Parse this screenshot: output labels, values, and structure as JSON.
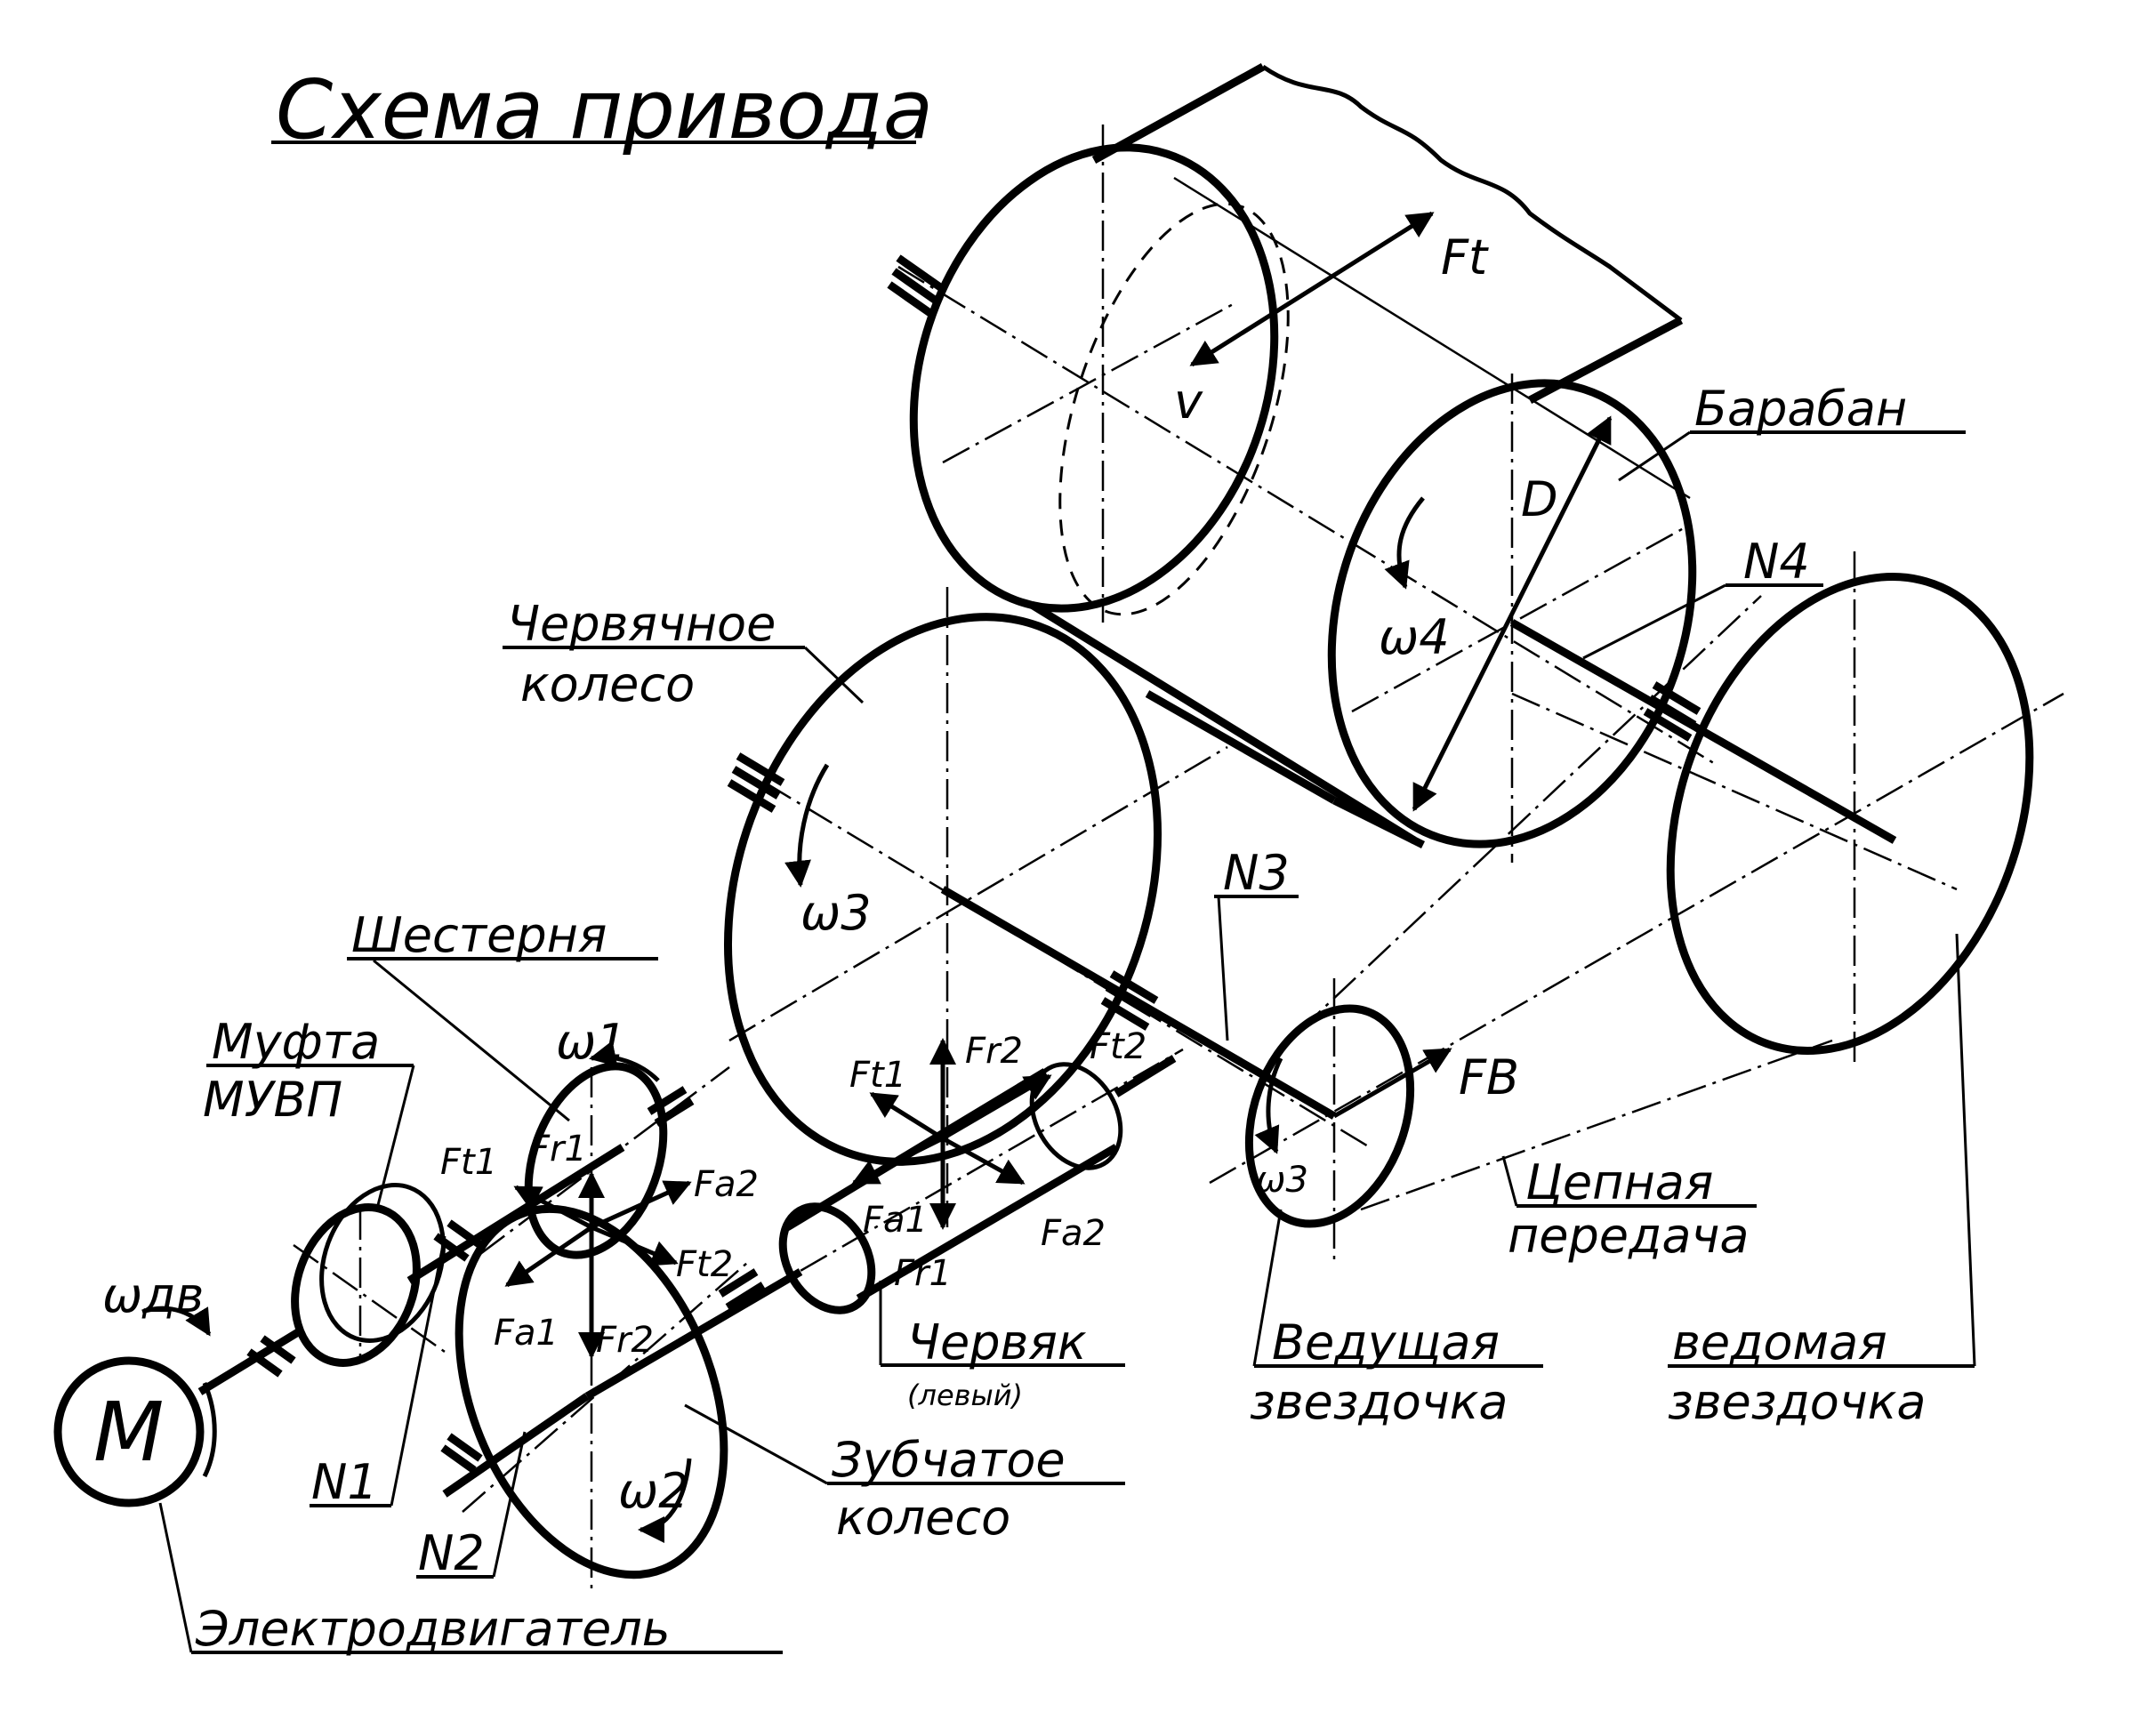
{
  "title": "Схема привода",
  "components": {
    "drum": "Барабан",
    "worm_wheel_line1": "Червячное",
    "worm_wheel_line2": "колесо",
    "pinion": "Шестерня",
    "coupling_line1": "Муфта",
    "coupling_line2": "МУВП",
    "worm_line1": "Червяк",
    "worm_line2": "(левый)",
    "gear_line1": "Зубчатое",
    "gear_line2": "колесо",
    "motor_label": "Электродвигатель",
    "motor_symbol": "M",
    "chain_line1": "Цепная",
    "chain_line2": "передача",
    "drive_sprocket_line1": "Ведущая",
    "drive_sprocket_line2": "звездочка",
    "driven_sprocket_line1": "ведомая",
    "driven_sprocket_line2": "звездочка"
  },
  "nodes": {
    "n1": "N1",
    "n2": "N2",
    "n3": "N3",
    "n4": "N4"
  },
  "symbols": {
    "ft": "Ft",
    "v": "v",
    "d": "D",
    "w4": "ω4",
    "w3_wheel": "ω3",
    "w3_sprocket": "ω3",
    "w1": "ω1",
    "w2": "ω2",
    "wdv": "ωдв",
    "fb": "FB",
    "ft1_worm": "Ft1",
    "fr2_worm": "Fr2",
    "ft2_worm": "Ft2",
    "fa1_worm": "Fa1",
    "fa2_worm": "Fa2",
    "fr1_worm": "Fr1",
    "fr1_gear": "Fr1",
    "ft1_gear": "Ft1",
    "fa2_gear": "Fa2",
    "ft2_gear": "Ft2",
    "fa1_gear": "Fa1",
    "fr2_gear": "Fr2"
  }
}
